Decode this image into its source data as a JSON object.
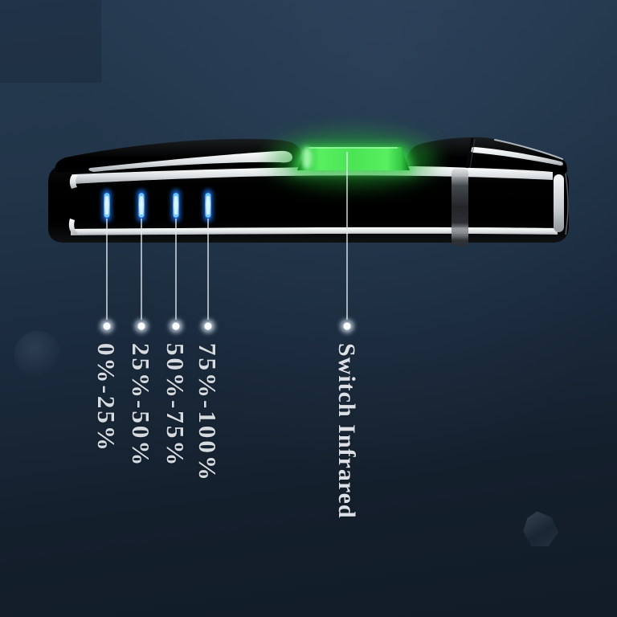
{
  "scene": {
    "background_top_color": "#243a50",
    "background_bottom_color": "#111c28"
  },
  "device": {
    "body_color": "#040405",
    "gloss_highlight_color": "#eef1f3",
    "infrared_switch_glow_color": "#4ae455",
    "battery_led_color": "#9fdcff",
    "battery_led_count": 4
  },
  "callouts": {
    "battery_levels": [
      {
        "label": "0%-25%"
      },
      {
        "label": "25%-50%"
      },
      {
        "label": "50%-75%"
      },
      {
        "label": "75%-100%"
      }
    ],
    "switch_label": "Switch Infrared"
  }
}
